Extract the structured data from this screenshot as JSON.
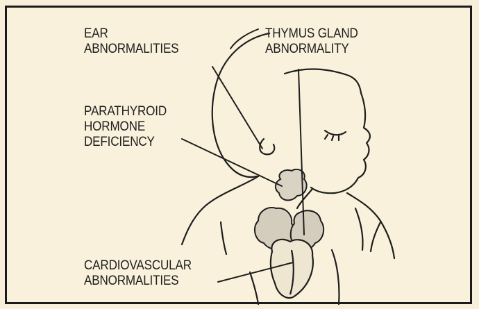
{
  "labels": {
    "ear": [
      "EAR",
      "ABNORMALITIES"
    ],
    "thymus": [
      "THYMUS GLAND",
      "ABNORMALITY"
    ],
    "parathyroid": [
      "PARATHYROID",
      "HORMONE",
      "DEFICIENCY"
    ],
    "cardio": [
      "CARDIOVASCULAR",
      "ABNORMALITIES"
    ]
  },
  "colors": {
    "background": "#f9f1db",
    "ink": "#1e1e1e",
    "organ_fill": "#d9d3c4"
  }
}
